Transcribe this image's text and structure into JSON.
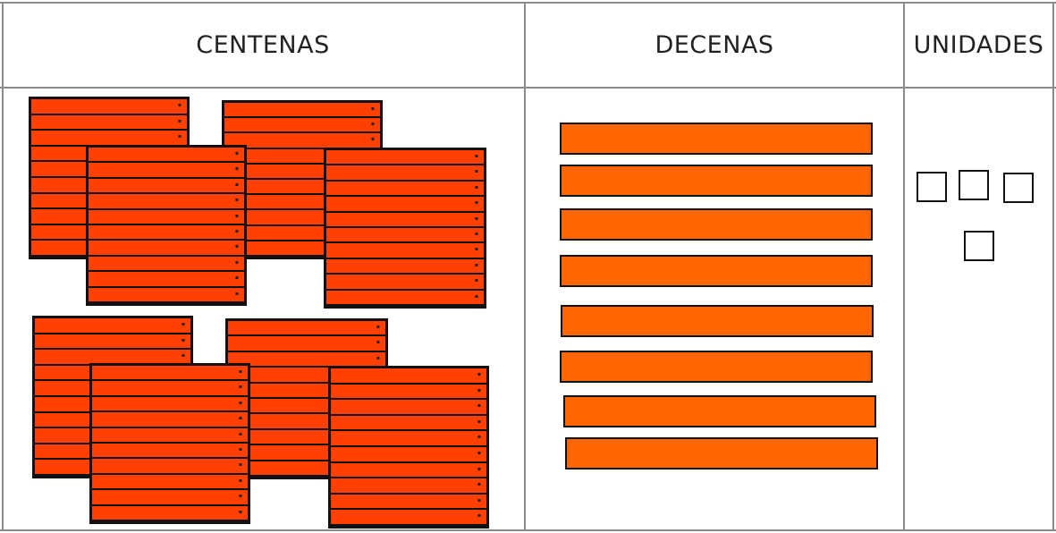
{
  "headers": {
    "centenas": "CENTENAS",
    "decenas": "DECENAS",
    "unidades": "UNIDADES"
  },
  "counts": {
    "centenas": 8,
    "decenas": 8,
    "unidades": 4
  },
  "colors": {
    "hundred_block": "#ff4000",
    "ten_rod": "#ff6600",
    "unit_cube": "#ffffff",
    "outline": "#111111",
    "grid_line": "#8a8a8a"
  }
}
